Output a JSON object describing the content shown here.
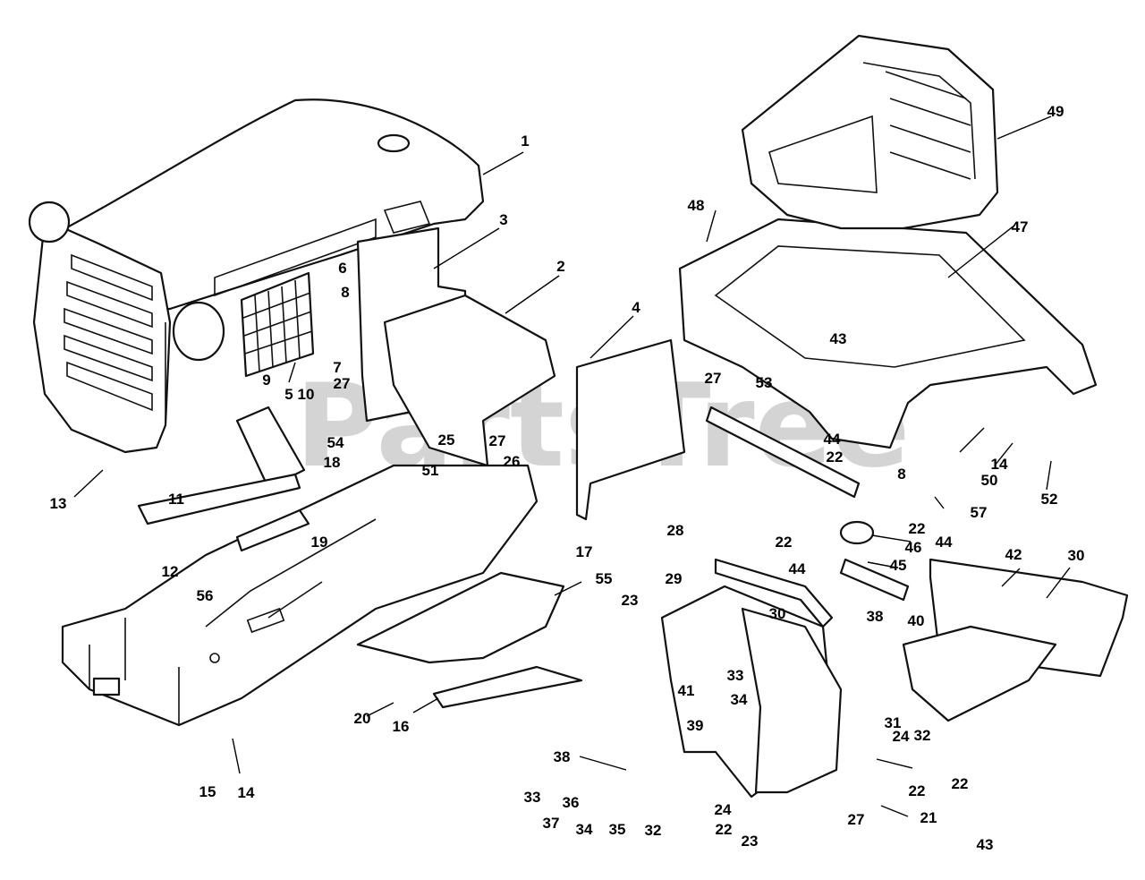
{
  "watermark": {
    "text": "PartsTree",
    "trademark": "™"
  },
  "labels": [
    {
      "id": "c1",
      "text": "1"
    },
    {
      "id": "c2",
      "text": "2"
    },
    {
      "id": "c3",
      "text": "3"
    },
    {
      "id": "c4",
      "text": "4"
    },
    {
      "id": "c5",
      "text": "5"
    },
    {
      "id": "c6",
      "text": "6"
    },
    {
      "id": "c7",
      "text": "7"
    },
    {
      "id": "c8a",
      "text": "8"
    },
    {
      "id": "c9",
      "text": "9"
    },
    {
      "id": "c10",
      "text": "10"
    },
    {
      "id": "c11",
      "text": "11"
    },
    {
      "id": "c12",
      "text": "12"
    },
    {
      "id": "c13",
      "text": "13"
    },
    {
      "id": "c14a",
      "text": "14"
    },
    {
      "id": "c15",
      "text": "15"
    },
    {
      "id": "c16",
      "text": "16"
    },
    {
      "id": "c17",
      "text": "17"
    },
    {
      "id": "c18",
      "text": "18"
    },
    {
      "id": "c19",
      "text": "19"
    },
    {
      "id": "c20",
      "text": "20"
    },
    {
      "id": "c21",
      "text": "21"
    },
    {
      "id": "c22a",
      "text": "22"
    },
    {
      "id": "c22b",
      "text": "22"
    },
    {
      "id": "c22c",
      "text": "22"
    },
    {
      "id": "c22d",
      "text": "22"
    },
    {
      "id": "c22e",
      "text": "22"
    },
    {
      "id": "c22f",
      "text": "22"
    },
    {
      "id": "c23a",
      "text": "23"
    },
    {
      "id": "c23b",
      "text": "23"
    },
    {
      "id": "c24a",
      "text": "24"
    },
    {
      "id": "c24b",
      "text": "24"
    },
    {
      "id": "c25",
      "text": "25"
    },
    {
      "id": "c26",
      "text": "26"
    },
    {
      "id": "c27a",
      "text": "27"
    },
    {
      "id": "c27b",
      "text": "27"
    },
    {
      "id": "c27c",
      "text": "27"
    },
    {
      "id": "c27d",
      "text": "27"
    },
    {
      "id": "c28",
      "text": "28"
    },
    {
      "id": "c29",
      "text": "29"
    },
    {
      "id": "c30a",
      "text": "30"
    },
    {
      "id": "c30b",
      "text": "30"
    },
    {
      "id": "c31",
      "text": "31"
    },
    {
      "id": "c32a",
      "text": "32"
    },
    {
      "id": "c32b",
      "text": "32"
    },
    {
      "id": "c33a",
      "text": "33"
    },
    {
      "id": "c33b",
      "text": "33"
    },
    {
      "id": "c34a",
      "text": "34"
    },
    {
      "id": "c34b",
      "text": "34"
    },
    {
      "id": "c35",
      "text": "35"
    },
    {
      "id": "c36",
      "text": "36"
    },
    {
      "id": "c37",
      "text": "37"
    },
    {
      "id": "c38a",
      "text": "38"
    },
    {
      "id": "c38b",
      "text": "38"
    },
    {
      "id": "c39",
      "text": "39"
    },
    {
      "id": "c40",
      "text": "40"
    },
    {
      "id": "c41",
      "text": "41"
    },
    {
      "id": "c42",
      "text": "42"
    },
    {
      "id": "c43a",
      "text": "43"
    },
    {
      "id": "c43b",
      "text": "43"
    },
    {
      "id": "c44a",
      "text": "44"
    },
    {
      "id": "c44b",
      "text": "44"
    },
    {
      "id": "c44c",
      "text": "44"
    },
    {
      "id": "c45",
      "text": "45"
    },
    {
      "id": "c46",
      "text": "46"
    },
    {
      "id": "c47",
      "text": "47"
    },
    {
      "id": "c48",
      "text": "48"
    },
    {
      "id": "c49",
      "text": "49"
    },
    {
      "id": "c50",
      "text": "50"
    },
    {
      "id": "c51",
      "text": "51"
    },
    {
      "id": "c52",
      "text": "52"
    },
    {
      "id": "c53",
      "text": "53"
    },
    {
      "id": "c54",
      "text": "54"
    },
    {
      "id": "c55",
      "text": "55"
    },
    {
      "id": "c56",
      "text": "56"
    },
    {
      "id": "c57",
      "text": "57"
    },
    {
      "id": "c8b",
      "text": "8"
    },
    {
      "id": "c14b",
      "text": "14"
    }
  ]
}
